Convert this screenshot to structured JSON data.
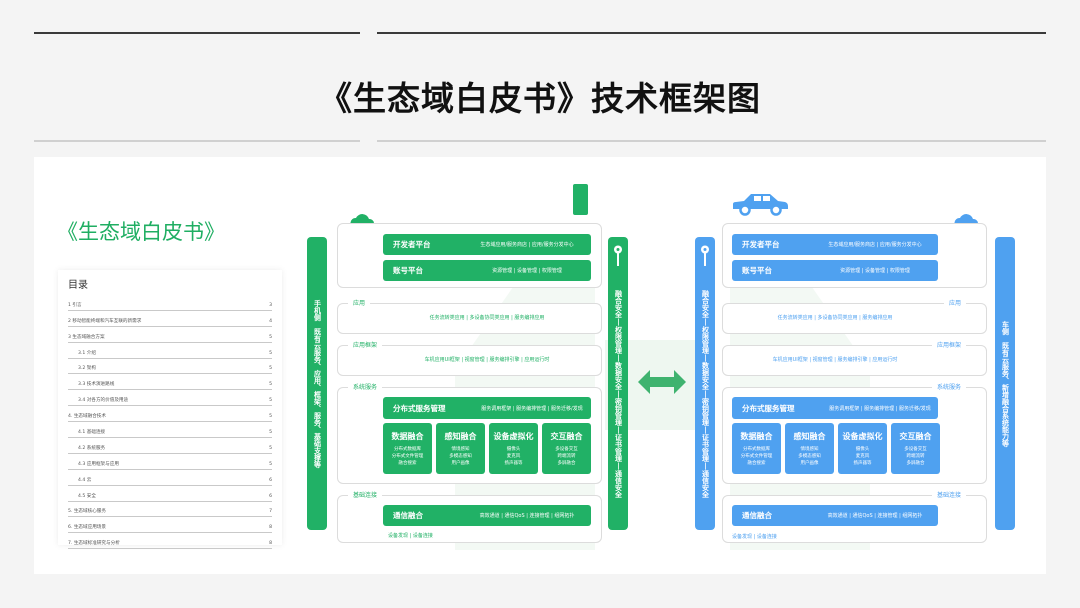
{
  "header": {
    "title": "《生态域白皮书》技术框架图"
  },
  "book": {
    "title": "《生态域白皮书》",
    "toc": {
      "heading": "目录",
      "items": [
        {
          "label": "1 引言",
          "page": "3",
          "sub": false
        },
        {
          "label": "2 移动智能终端和汽车互联的新需求",
          "page": "4",
          "sub": false
        },
        {
          "label": "3 生态域融合方案",
          "page": "5",
          "sub": false
        },
        {
          "label": "3.1 介绍",
          "page": "5",
          "sub": true
        },
        {
          "label": "3.2 架构",
          "page": "5",
          "sub": true
        },
        {
          "label": "3.3 技术演进路线",
          "page": "5",
          "sub": true
        },
        {
          "label": "3.4 对各方的价值及用途",
          "page": "5",
          "sub": true
        },
        {
          "label": "4. 生态域融合技术",
          "page": "5",
          "sub": false
        },
        {
          "label": "4.1 基础连接",
          "page": "5",
          "sub": true
        },
        {
          "label": "4.2 系统服务",
          "page": "5",
          "sub": true
        },
        {
          "label": "4.3 应用框架与应用",
          "page": "5",
          "sub": true
        },
        {
          "label": "4.4 云",
          "page": "6",
          "sub": true
        },
        {
          "label": "4.5 安全",
          "page": "6",
          "sub": true
        },
        {
          "label": "5. 生态域核心服务",
          "page": "7",
          "sub": false
        },
        {
          "label": "6. 生态域应用场景",
          "page": "8",
          "sub": false
        },
        {
          "label": "7. 生态域标准研究与分析",
          "page": "8",
          "sub": false
        }
      ]
    }
  },
  "colors": {
    "green": "#21b166",
    "blue": "#4fa1f0",
    "title_green": "#1fae62"
  },
  "phone_diagram": {
    "device_icon": "phone-icon",
    "side_left": "手机侧　既有云服务、应用、框架、服务、基础支撑等",
    "side_right": "融合安全|权限管理|数据安全|密钥管理|证书管理|通信安全",
    "dev_platform": {
      "title": "开发者平台",
      "desc": "生态域应用/服务商店 | 应用/服务分发中心"
    },
    "account_platform": {
      "title": "账号平台",
      "desc": "资源管理 | 设备管理 | 权限管理"
    },
    "app_label": "应用",
    "app_desc": "任务流转类应用 | 多设备协同类应用 | 服务编排应用",
    "framework_label": "应用框架",
    "framework_desc": "车机应用UI框架 | 视窗管理 | 服务编排引擎 | 应用运行时",
    "system_label": "系统服务",
    "distributed": {
      "title": "分布式服务管理",
      "desc": "服务调用框架 | 服务编排管理 | 服务迁移/发现"
    },
    "tiles": [
      {
        "title": "数据融合",
        "lines": [
          "分布式数据库",
          "分布式文件管理",
          "融合搜索"
        ]
      },
      {
        "title": "感知融合",
        "lines": [
          "情境感知",
          "多模态感知",
          "用户画像"
        ]
      },
      {
        "title": "设备虚拟化",
        "lines": [
          "摄像头",
          "麦克风",
          "扬声器等"
        ]
      },
      {
        "title": "交互融合",
        "lines": [
          "多设备交互",
          "跨端流转",
          "多屏融合"
        ]
      }
    ],
    "base_label": "基础连接",
    "comm": {
      "title": "通信融合",
      "desc": "高效通道 | 通信QoS | 连接管理 | 组网拓扑"
    },
    "base_sub": "设备发现 | 设备连接"
  },
  "car_diagram": {
    "device_icon": "car-icon",
    "side_left": "融合安全|权限管理|数据安全|密钥管理|证书管理|通信安全",
    "side_right": "车侧　既有云服务、新增融合系统能力等",
    "dev_platform": {
      "title": "开发者平台",
      "desc": "生态域应用/服务商店 | 应用/服务分发中心"
    },
    "account_platform": {
      "title": "账号平台",
      "desc": "资源管理 | 设备管理 | 权限管理"
    },
    "app_label": "应用",
    "app_desc": "任务流转类应用 | 多设备协同类应用 | 服务编排应用",
    "framework_label": "应用框架",
    "framework_desc": "车机应用UI框架 | 视窗管理 | 服务编排引擎 | 应用运行时",
    "system_label": "系统服务",
    "distributed": {
      "title": "分布式服务管理",
      "desc": "服务调用框架 | 服务编排管理 | 服务迁移/发现"
    },
    "tiles": [
      {
        "title": "数据融合",
        "lines": [
          "分布式数据库",
          "分布式文件管理",
          "融合搜索"
        ]
      },
      {
        "title": "感知融合",
        "lines": [
          "情境感知",
          "多模态感知",
          "用户画像"
        ]
      },
      {
        "title": "设备虚拟化",
        "lines": [
          "摄像头",
          "麦克风",
          "扬声器等"
        ]
      },
      {
        "title": "交互融合",
        "lines": [
          "多设备交互",
          "跨端流转",
          "多屏融合"
        ]
      }
    ],
    "base_label": "基础连接",
    "comm": {
      "title": "通信融合",
      "desc": "高效通道 | 通信QoS | 连接管理 | 组网拓扑"
    },
    "base_sub": "设备发现 | 设备连接"
  },
  "connector_icon": "double-arrow-icon"
}
